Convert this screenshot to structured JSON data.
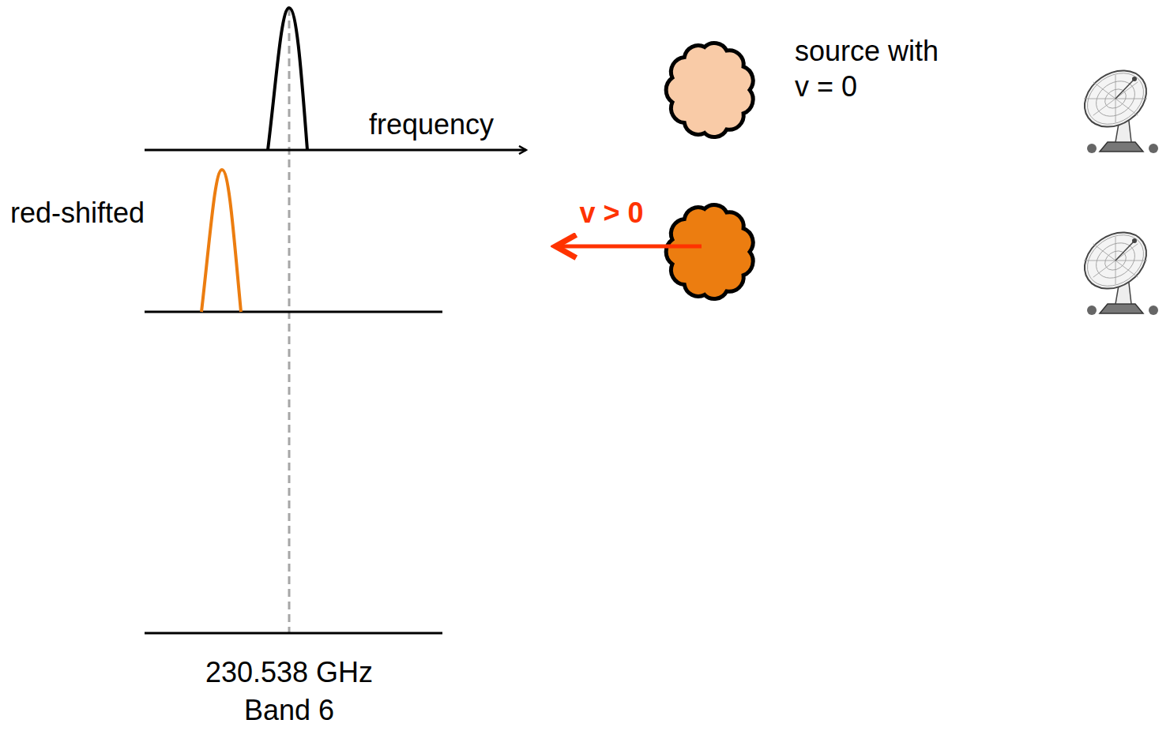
{
  "diagram": {
    "nodes": [
      {
        "text": [
          "source with v = 0"
        ]
      }
    ],
    "labels": [
      "frequency",
      "red-shifted",
      "v > 0",
      "230.538 GHz",
      "Band 6"
    ]
  }
}
